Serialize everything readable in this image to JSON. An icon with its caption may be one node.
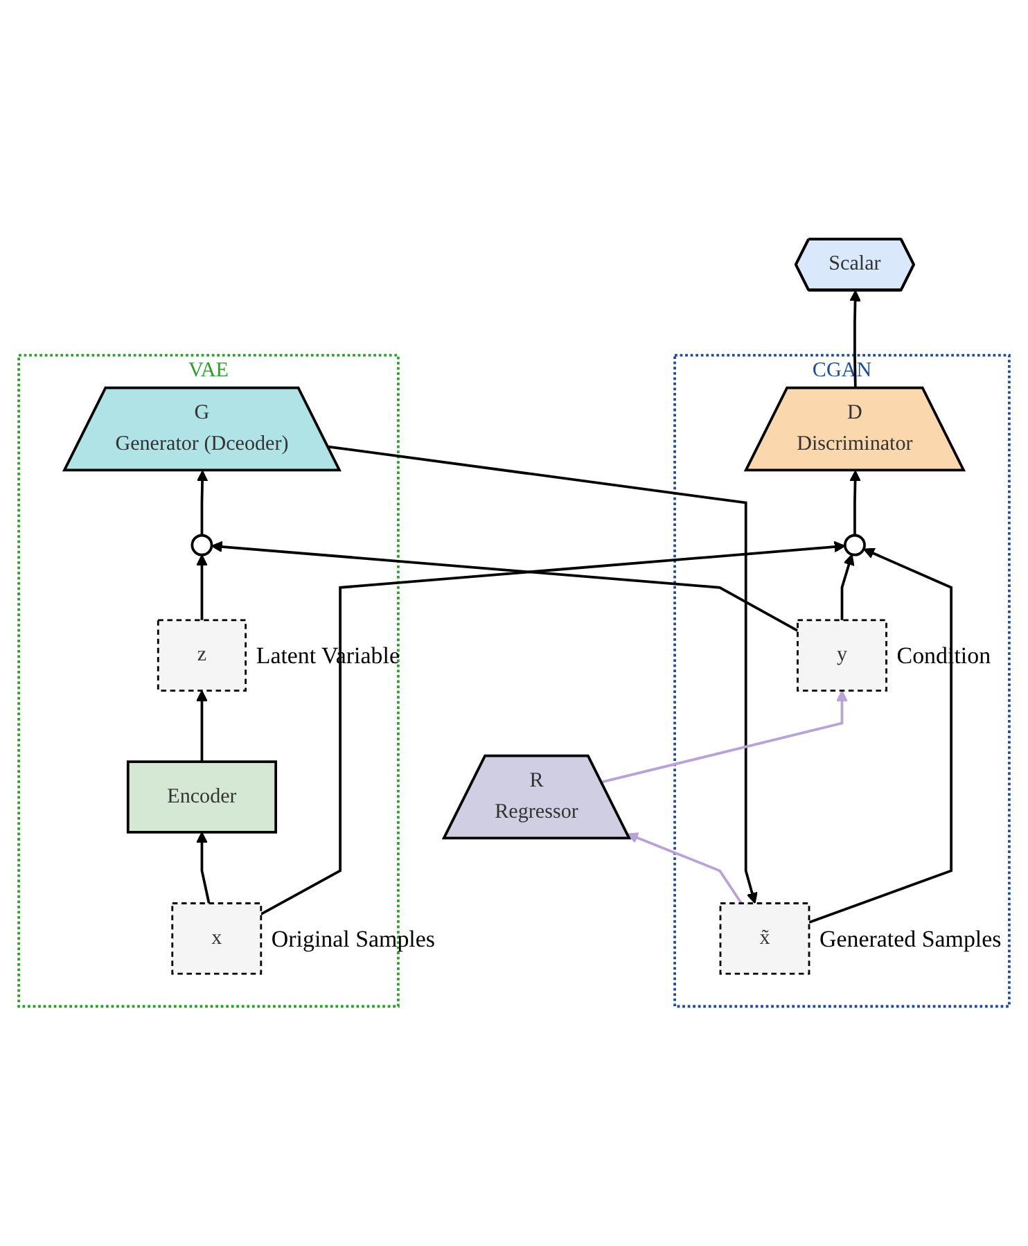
{
  "diagram": {
    "nodes": [
      {
        "text": [
          "Scalar"
        ]
      },
      {
        "text": [
          "CGAN"
        ]
      },
      {
        "text": [
          "D",
          "Discriminator"
        ],
        "in": 1
      },
      {
        "text": [],
        "shape": "circle",
        "in": 1
      },
      {
        "text": [
          "x̃"
        ],
        "beside": [
          "Generated Samples"
        ],
        "in": 1
      },
      {
        "text": [
          "R",
          "Regressor"
        ]
      },
      {
        "text": [
          "y"
        ],
        "beside": [
          "Condition"
        ],
        "in": 1
      },
      {
        "text": [
          "VAE"
        ]
      },
      {
        "text": [
          "G",
          "Generator (Dceoder)"
        ],
        "in": 7
      },
      {
        "text": [],
        "shape": "circle",
        "in": 7
      },
      {
        "text": [
          "z"
        ],
        "beside": [
          "Latent Variable"
        ],
        "in": 7
      },
      {
        "text": [
          "Encoder"
        ],
        "in": 7
      },
      {
        "text": [
          "x"
        ],
        "beside": [
          "Original Samples"
        ],
        "in": 7
      }
    ],
    "edges": [
      {
        "from": 12,
        "to": 11,
        "arrow": "to"
      },
      {
        "from": 11,
        "to": 10,
        "arrow": "to"
      },
      {
        "from": 10,
        "to": 9,
        "arrow": "to"
      },
      {
        "from": 9,
        "to": 8,
        "arrow": "to"
      },
      {
        "from": 8,
        "to": 4,
        "arrow": "to"
      },
      {
        "from": 4,
        "to": 3,
        "arrow": "to"
      },
      {
        "from": 3,
        "to": 2,
        "arrow": "to"
      },
      {
        "from": 2,
        "to": 0,
        "arrow": "to"
      },
      {
        "from": 12,
        "to": 3,
        "arrow": "to"
      },
      {
        "from": 6,
        "to": 3,
        "arrow": "to"
      },
      {
        "from": 6,
        "to": 9,
        "arrow": "to"
      },
      {
        "from": 4,
        "to": 5,
        "arrow": "to",
        "color": "#b8a2d6"
      },
      {
        "from": 5,
        "to": 6,
        "arrow": "to",
        "color": "#b8a2d6"
      }
    ]
  }
}
